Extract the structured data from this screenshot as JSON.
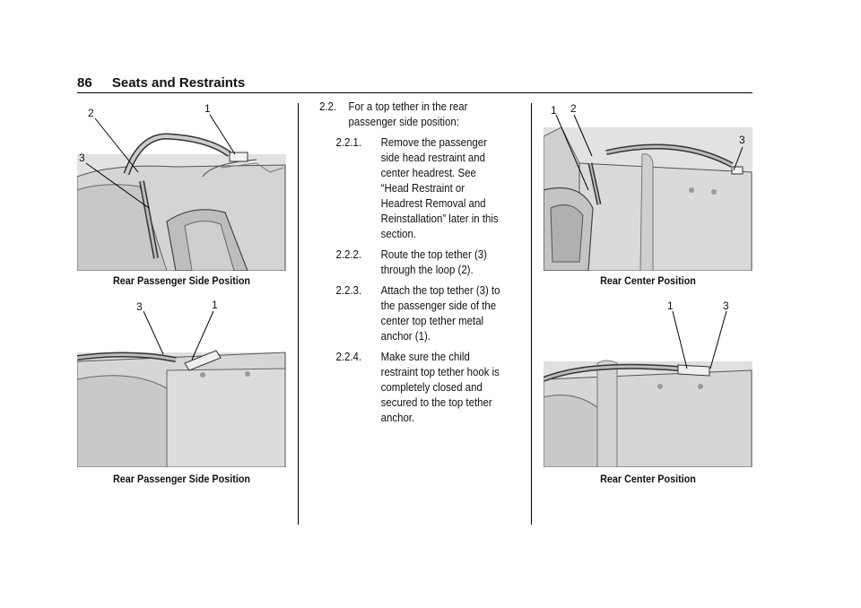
{
  "header": {
    "page_number": "86",
    "section_title": "Seats and Restraints"
  },
  "figures": [
    {
      "caption": "Rear Passenger Side Position",
      "callouts": [
        "2",
        "1",
        "3"
      ]
    },
    {
      "caption": "Rear Passenger Side Position",
      "callouts": [
        "3",
        "1"
      ]
    },
    {
      "caption": "Rear Center Position",
      "callouts": [
        "1",
        "2",
        "3"
      ]
    },
    {
      "caption": "Rear Center Position",
      "callouts": [
        "1",
        "3"
      ]
    }
  ],
  "steps": [
    {
      "number": "2.2.",
      "text": "For a top tether in the rear passenger side position:"
    },
    {
      "number": "2.2.1.",
      "text": "Remove the passenger side head restraint and center headrest. See “Head Restraint or Headrest Removal and Reinstallation” later in this section."
    },
    {
      "number": "2.2.2.",
      "text": "Route the top tether (3) through the loop (2)."
    },
    {
      "number": "2.2.3.",
      "text": "Attach the top tether (3) to the passenger side of the center top tether metal anchor (1)."
    },
    {
      "number": "2.2.4.",
      "text": "Make sure the child restraint top tether hook is completely closed and secured to the top tether anchor."
    }
  ]
}
